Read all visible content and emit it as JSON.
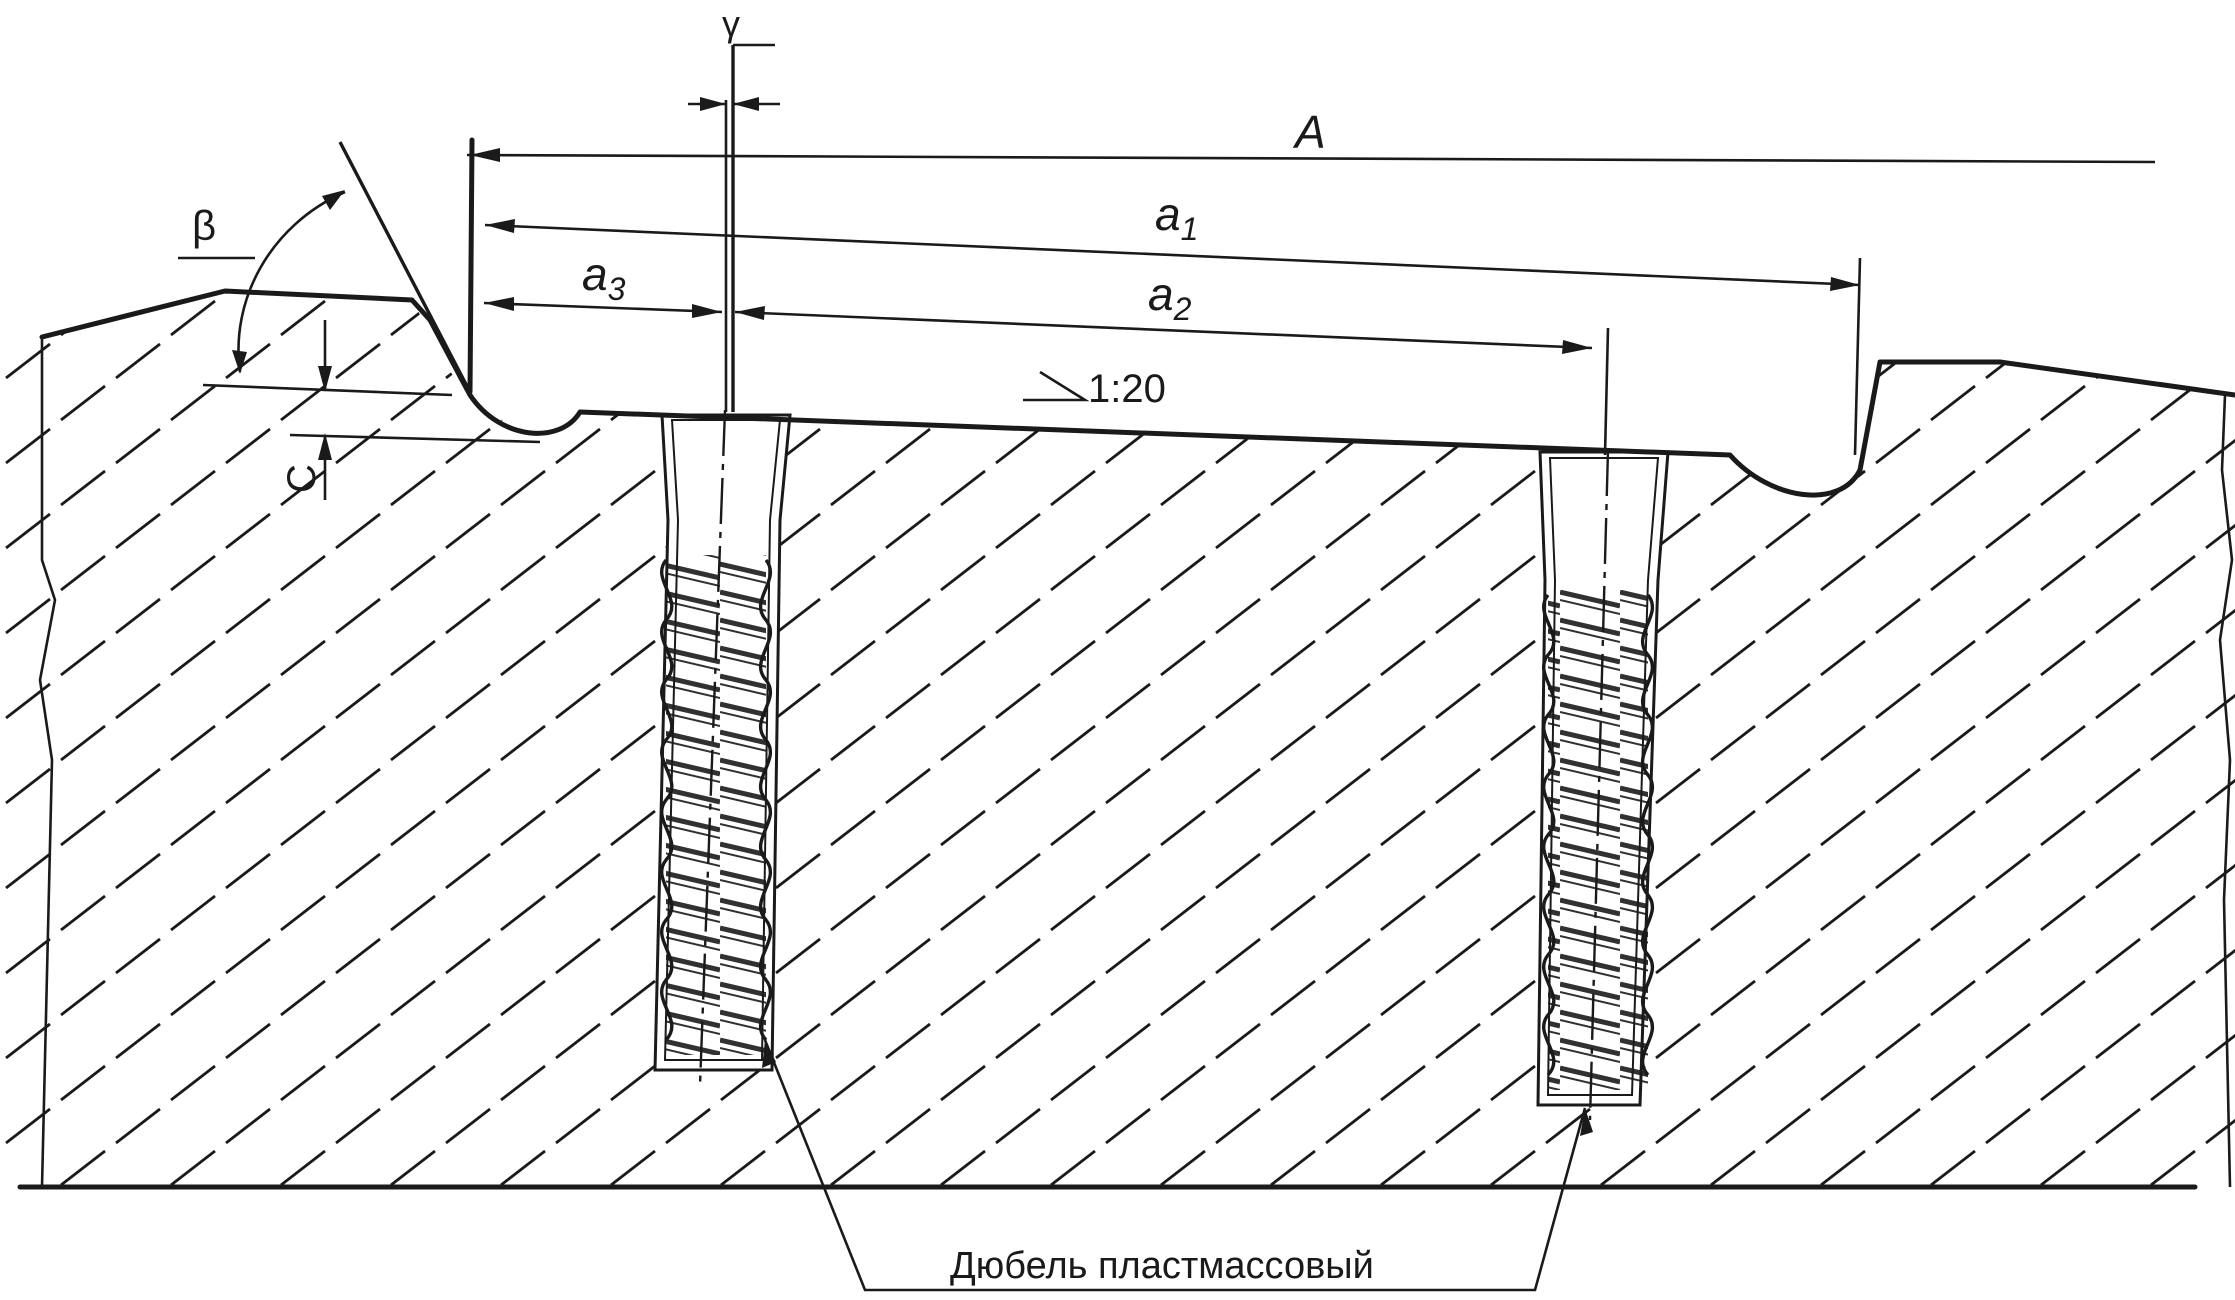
{
  "labels": {
    "dim_A": "A",
    "dim_a1_main": "a",
    "dim_a1_sub": "1",
    "dim_a2_main": "a",
    "dim_a2_sub": "2",
    "dim_a3_main": "a",
    "dim_a3_sub": "3",
    "angle_beta": "β",
    "angle_gamma": "γ",
    "dim_c": "C",
    "slope": "1:20",
    "callout": "Дюбель пластмассовый"
  }
}
